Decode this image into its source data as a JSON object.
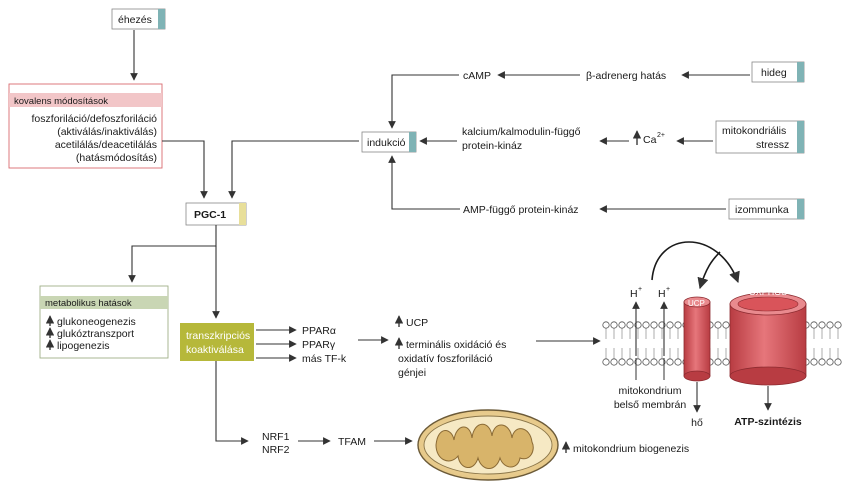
{
  "inputs": {
    "fasting": "éhezés",
    "cold": "hideg",
    "mito_stress_line1": "mitokondriális",
    "mito_stress_line2": "stressz",
    "exercise": "izommunka"
  },
  "pathway": {
    "camp": "cAMP",
    "beta_adrenergic": "β-adrenerg hatás",
    "camk_line1": "kalcium/kalmodulin-függő",
    "camk_line2": "protein-kináz",
    "ca": "Ca",
    "ca_sup": "2+",
    "ampk": "AMP-függő protein-kináz",
    "induction": "indukció"
  },
  "covalent": {
    "title": "kovalens módosítások",
    "lines": [
      "foszforiláció/defoszforiláció",
      "(aktiválás/inaktiválás)",
      "acetilálás/deacetilálás",
      "(hatásmódosítás)"
    ]
  },
  "center": {
    "pgc1": "PGC-1"
  },
  "metabolic": {
    "title": "metabolikus hatások",
    "items": [
      "glukoneogenezis",
      "glukóztranszport",
      "lipogenezis"
    ]
  },
  "coactivation": {
    "line1": "transzkripciós",
    "line2": "koaktiválása"
  },
  "targets": {
    "ppar_a": "PPARα",
    "ppar_g": "PPARγ",
    "other_tf": "más TF-k",
    "ucp": "UCP",
    "genes_line1": "terminális oxidáció és",
    "genes_line2": "oxidatív foszforiláció",
    "genes_line3": "génjei",
    "nrf1": "NRF1",
    "nrf2": "NRF2",
    "tfam": "TFAM",
    "biogenesis": "mitokondrium biogenezis"
  },
  "membrane": {
    "h_plus_1": "H",
    "h_plus_2": "H",
    "h_sup": "+",
    "ucp_label": "UCP",
    "oxphos_label": "OXPHOS",
    "membrane_line1": "mitokondrium",
    "membrane_line2": "belső membrán",
    "heat": "hő",
    "atp": "ATP-szintézis"
  },
  "colors": {
    "accent_teal": "#7fb3b5",
    "accent_yellow": "#e8df9a",
    "red_header": "#f2c6c8",
    "red_border": "#d96b70",
    "green_header": "#c9d6b4",
    "coactivation_fill": "#b6b83a",
    "channel_red": "#d9545a",
    "mito_fill": "#f0dba8"
  }
}
